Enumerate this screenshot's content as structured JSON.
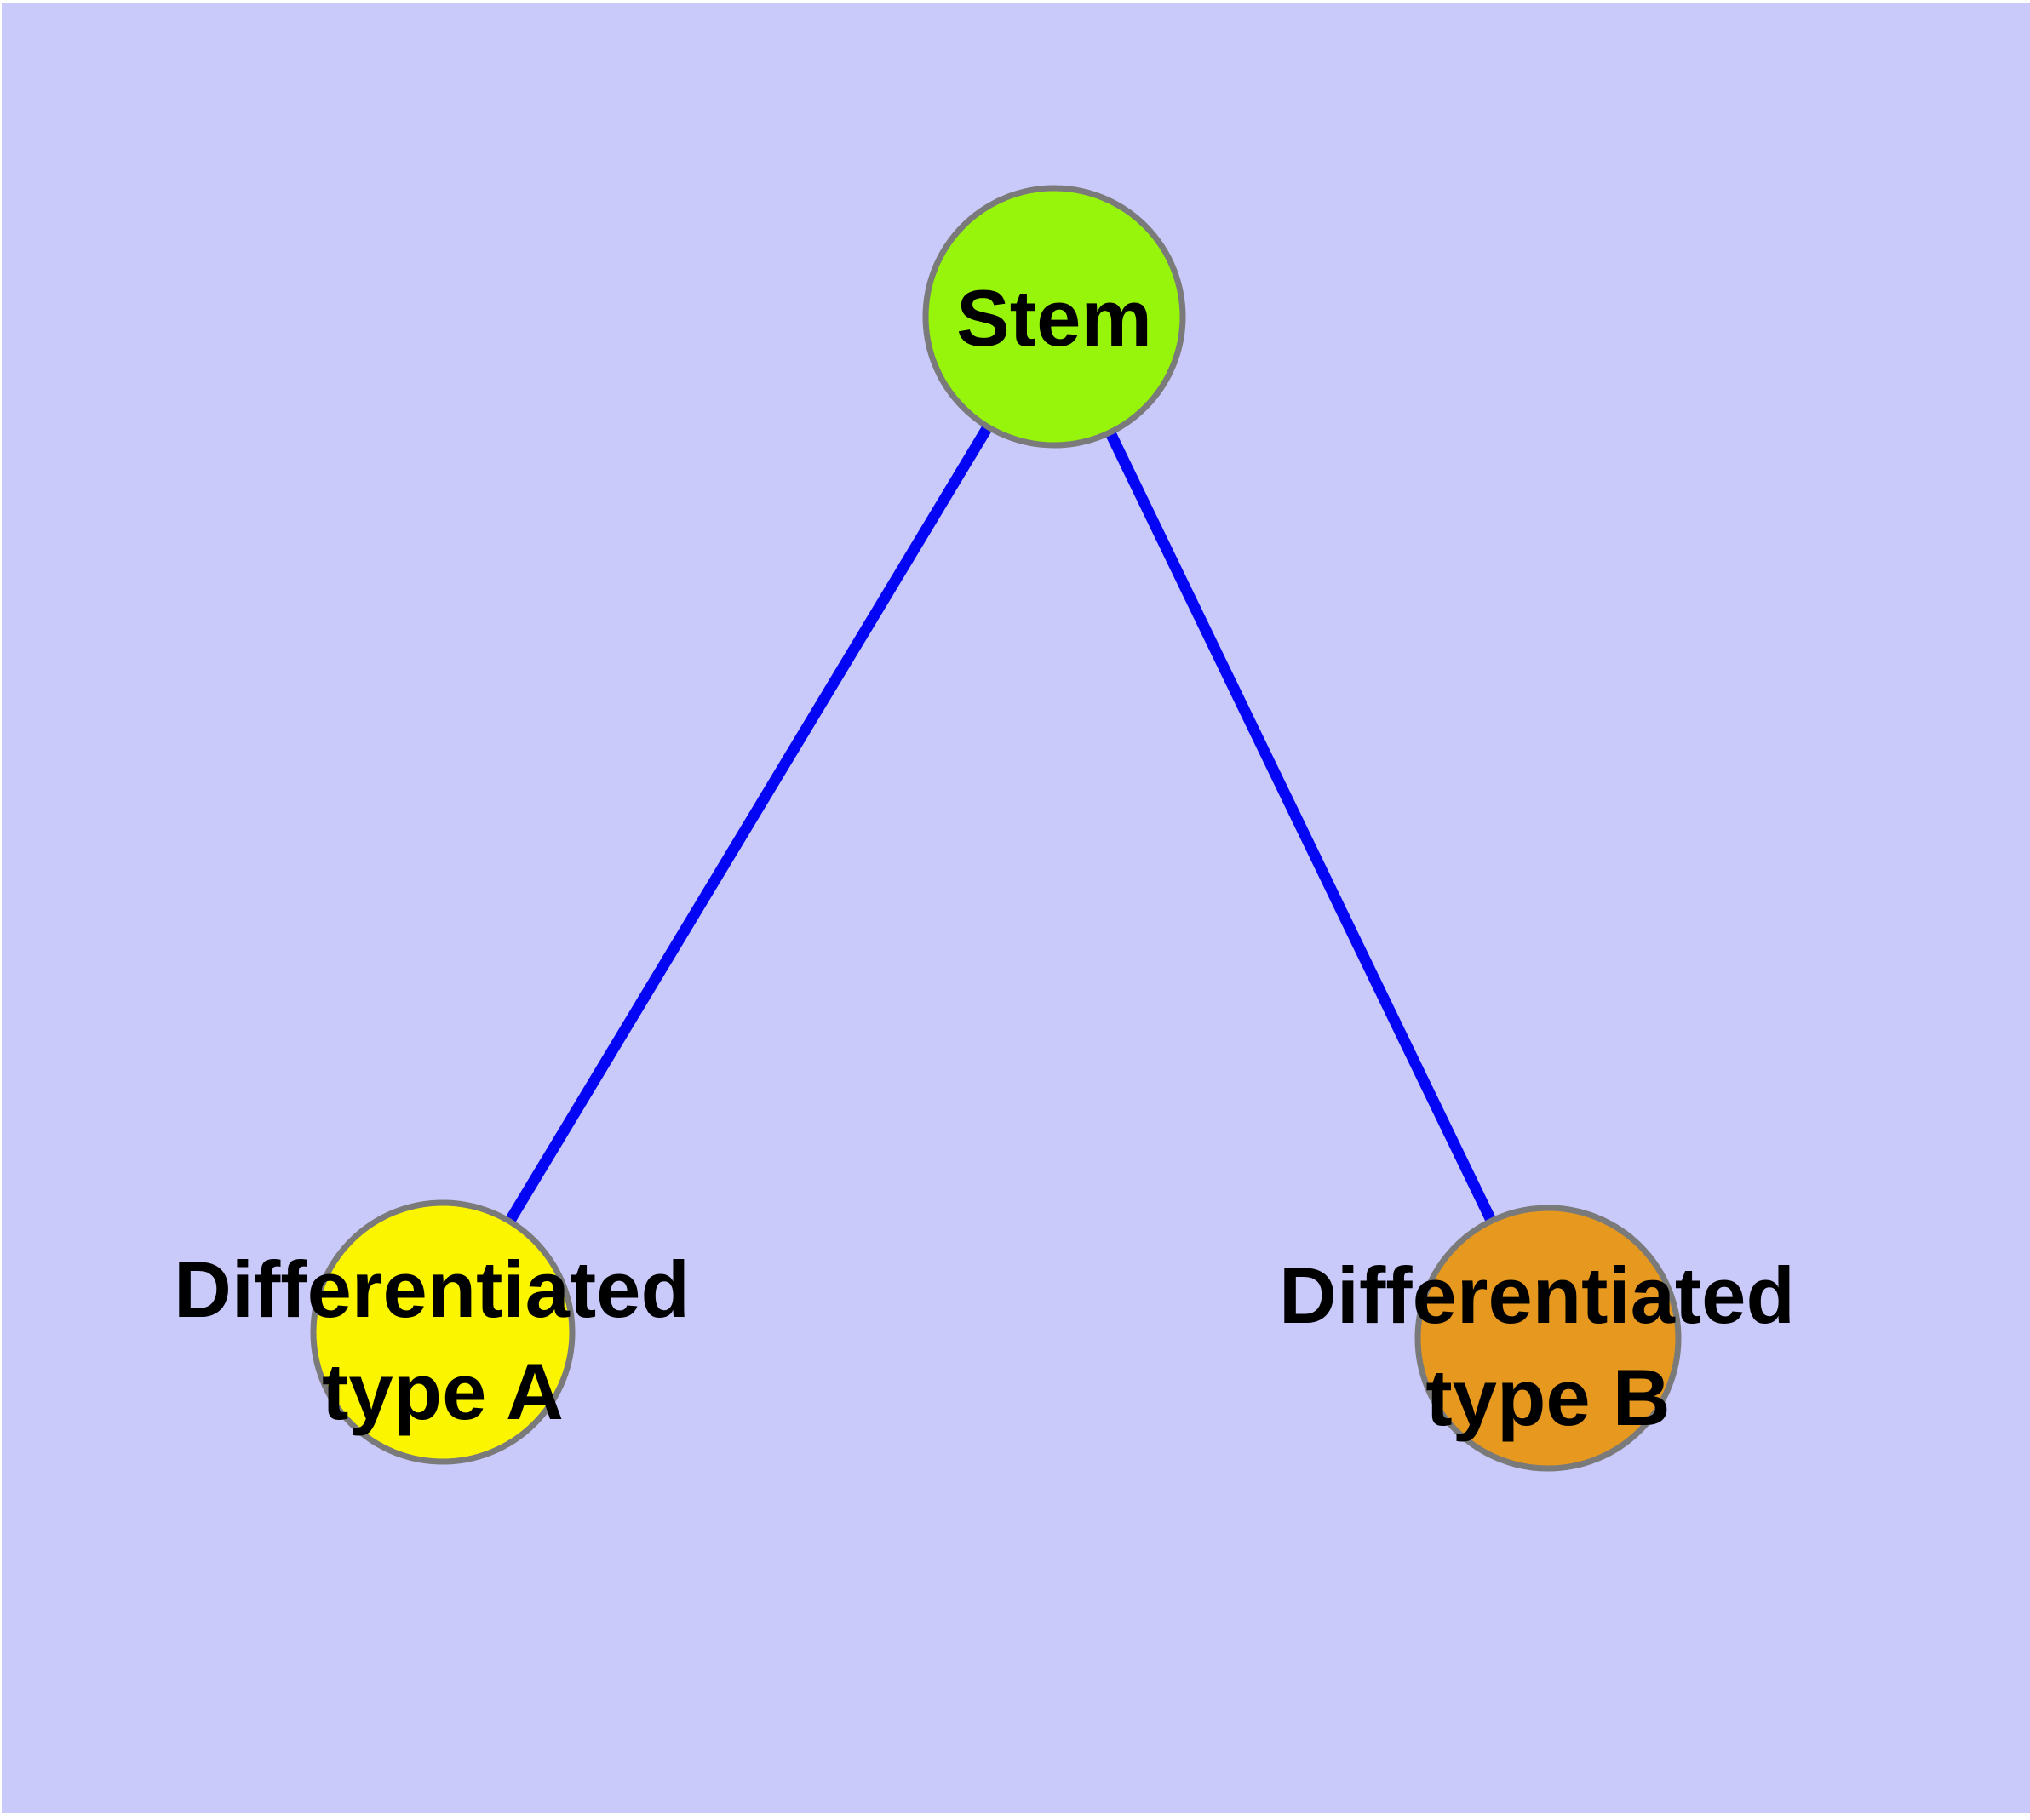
{
  "diagram": {
    "description": "Stem cell differentiation graph",
    "background_color": "#C9C9FA",
    "page_margin_color": "#FFFFFF",
    "edge_color": "#0505F5",
    "node_border_color": "#7A7A7A",
    "label_color": "#000000",
    "nodes": [
      {
        "id": "stem",
        "label_lines": [
          "Stem"
        ],
        "fill": "#96F50A"
      },
      {
        "id": "type-a",
        "label_lines": [
          "Differentiated",
          "type A"
        ],
        "fill": "#FBF600"
      },
      {
        "id": "type-b",
        "label_lines": [
          "Differentiated",
          "type B"
        ],
        "fill": "#E6991E"
      }
    ],
    "edges": [
      {
        "from": "stem",
        "to": "type-a"
      },
      {
        "from": "stem",
        "to": "type-b"
      }
    ]
  }
}
